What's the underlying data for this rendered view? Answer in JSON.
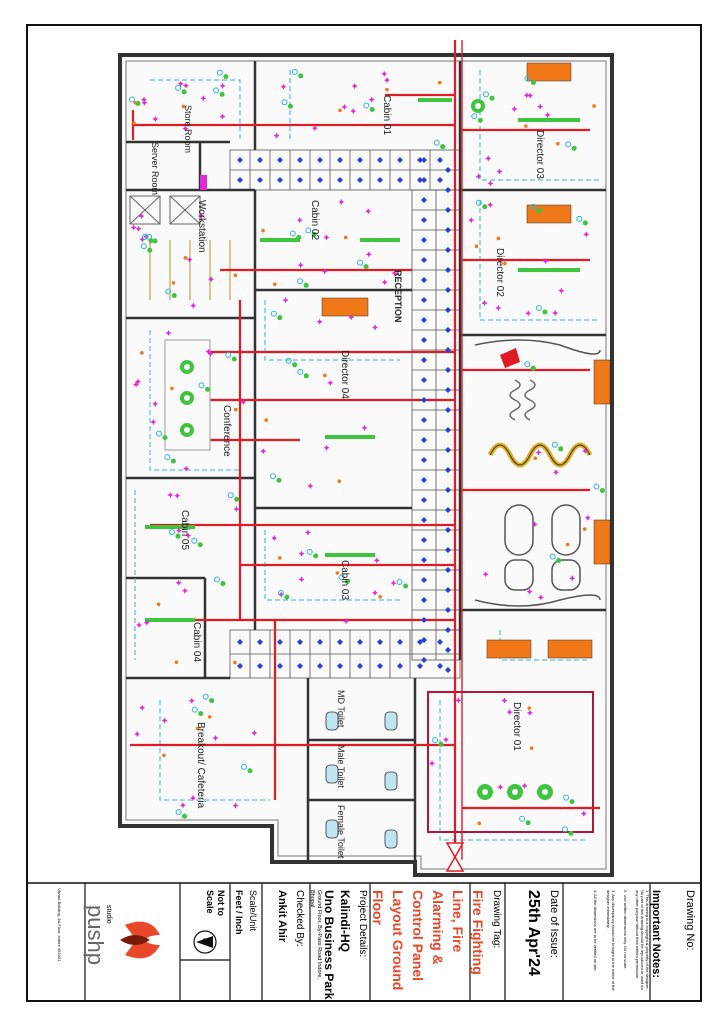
{
  "title_block": {
    "drawing_no_label": "Drawing No:",
    "notes_title": "Important Notes:",
    "notes": [
      "1. This drawing is a copyright & property of the designer. No part of this drawing should be reproduced or used for any other purpose without their written permission.",
      "2. Use written dimensions only. Do not scale.",
      "3. Any discrepancy should be brought to the notice of the designer immediately.",
      "4. All the dimensions are to be verified on site."
    ],
    "date_label": "Date of Issue:",
    "date_value": "25th Apr'24",
    "drawing_tag_label": "Drawing Tag:",
    "drawing_tag_value": "Fire Fighting Line, Fire Alarming & Control Panel Layout Ground Floor",
    "project_label": "Project Details:",
    "project_name": "Kalindi-HQ",
    "project_site": "Uno Business Park",
    "project_address": "Ground Floor, By-Pass Road Indore, Bhopal",
    "checked_label": "Checked By:",
    "checked_value": "Ankit Ahir",
    "scale_unit_label": "Scale/Unit",
    "scale_unit_value": "Feet / Inch",
    "scale_value": "Not to Scale",
    "north_symbol": "N",
    "studio_small": "studio",
    "studio_name": "pushp",
    "studio_address": "Vikrant Building, 1st Floor, Indore 452001"
  },
  "rooms": {
    "store_room": "Store Room",
    "server_room": "Server Room",
    "cabin_01": "Cabin 01",
    "director_03": "Director 03",
    "workstation": "Workstation",
    "cabin_02": "Cabin 02",
    "director_02": "Director 02",
    "director_04": "Director 04",
    "conference": "Conference",
    "cabin_05": "Cabin 05",
    "cabin_03": "Cabin 03",
    "cabin_04": "Cabin 04",
    "breakout_cafeteria": "Breakout/ Cafeteria",
    "md_toilet": "MD Toilet",
    "male_toilet": "Male Toilet",
    "female_toilet": "Female Toilet",
    "director_01": "Director 01",
    "reception": "RECEPTION"
  },
  "colors": {
    "fire_line": "#e01b24",
    "sprinkler": "#2aa52a",
    "alarm": "#e02ad8",
    "detector": "#2a3fd8",
    "duct": "#2fb3d9",
    "furniture_accent": "#f07818",
    "wall": "#222222",
    "title_red": "#e8472a"
  }
}
